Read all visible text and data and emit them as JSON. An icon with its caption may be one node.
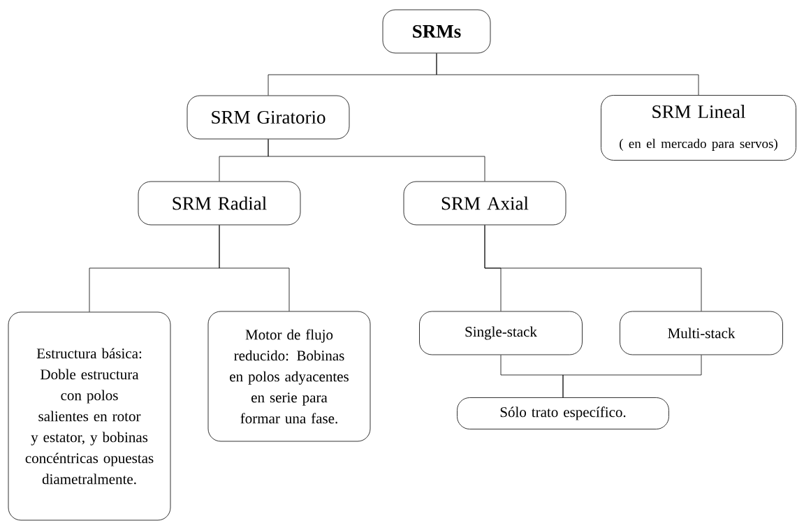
{
  "diagram": {
    "nodes": [
      {
        "text": [
          "SRMs"
        ]
      },
      {
        "text": [
          "SRM Giratorio"
        ]
      },
      {
        "text": [
          "SRM Lineal",
          "( en el mercado para servos)"
        ]
      },
      {
        "text": [
          "SRM Radial"
        ]
      },
      {
        "text": [
          "SRM Axial"
        ]
      },
      {
        "text": [
          "Estructura básica: Doble estructura con polos salientes en rotor y estator, y bobinas concéntricas opuestas diametralmente."
        ]
      },
      {
        "text": [
          "Motor de flujo reducido: Bobinas en polos adyacentes en serie para formar una fase."
        ]
      },
      {
        "text": [
          "Single-stack"
        ]
      },
      {
        "text": [
          "Multi-stack"
        ]
      },
      {
        "text": [
          "Sólo trato específico."
        ]
      }
    ],
    "edges": [
      {
        "from": 0,
        "to": 1,
        "arrow": "none"
      },
      {
        "from": 0,
        "to": 2,
        "arrow": "none"
      },
      {
        "from": 1,
        "to": 3,
        "arrow": "none"
      },
      {
        "from": 1,
        "to": 4,
        "arrow": "none"
      },
      {
        "from": 3,
        "to": 5,
        "arrow": "none"
      },
      {
        "from": 3,
        "to": 6,
        "arrow": "none"
      },
      {
        "from": 4,
        "to": 7,
        "arrow": "none"
      },
      {
        "from": 4,
        "to": 8,
        "arrow": "none"
      },
      {
        "from": 7,
        "to": 9,
        "arrow": "none"
      },
      {
        "from": 8,
        "to": 9,
        "arrow": "none"
      }
    ]
  }
}
